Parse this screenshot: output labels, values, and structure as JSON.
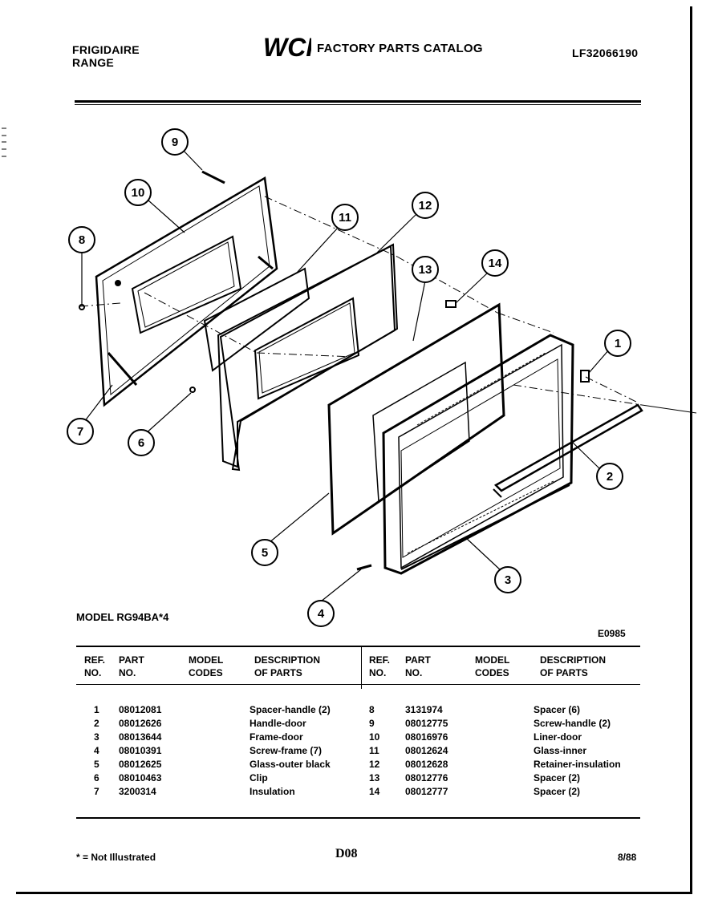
{
  "header": {
    "brand": "FRIGIDAIRE",
    "product": "RANGE",
    "catalog_title": "FACTORY PARTS CATALOG",
    "logo_text": "WCI",
    "catalog_code": "LF32066190"
  },
  "diagram": {
    "callouts": [
      "1",
      "2",
      "3",
      "4",
      "5",
      "6",
      "7",
      "8",
      "9",
      "10",
      "11",
      "12",
      "13",
      "14"
    ]
  },
  "model_line": "MODEL RG94BA*4",
  "diagram_code": "E0985",
  "table": {
    "headers": {
      "ref": [
        "REF.",
        "NO."
      ],
      "part": [
        "PART",
        "NO."
      ],
      "model": [
        "MODEL",
        "CODES"
      ],
      "desc": [
        "DESCRIPTION",
        "OF PARTS"
      ]
    },
    "left_rows": [
      {
        "ref": "1",
        "part": "08012081",
        "codes": "",
        "desc": "Spacer-handle (2)"
      },
      {
        "ref": "2",
        "part": "08012626",
        "codes": "",
        "desc": "Handle-door"
      },
      {
        "ref": "3",
        "part": "08013644",
        "codes": "",
        "desc": "Frame-door"
      },
      {
        "ref": "4",
        "part": "08010391",
        "codes": "",
        "desc": "Screw-frame (7)"
      },
      {
        "ref": "5",
        "part": "08012625",
        "codes": "",
        "desc": "Glass-outer black"
      },
      {
        "ref": "6",
        "part": "08010463",
        "codes": "",
        "desc": "Clip"
      },
      {
        "ref": "7",
        "part": "3200314",
        "codes": "",
        "desc": "Insulation"
      }
    ],
    "right_rows": [
      {
        "ref": "8",
        "part": "3131974",
        "codes": "",
        "desc": "Spacer (6)"
      },
      {
        "ref": "9",
        "part": "08012775",
        "codes": "",
        "desc": "Screw-handle (2)"
      },
      {
        "ref": "10",
        "part": "08016976",
        "codes": "",
        "desc": "Liner-door"
      },
      {
        "ref": "11",
        "part": "08012624",
        "codes": "",
        "desc": "Glass-inner"
      },
      {
        "ref": "12",
        "part": "08012628",
        "codes": "",
        "desc": "Retainer-insulation"
      },
      {
        "ref": "13",
        "part": "08012776",
        "codes": "",
        "desc": "Spacer (2)"
      },
      {
        "ref": "14",
        "part": "08012777",
        "codes": "",
        "desc": "Spacer (2)"
      }
    ]
  },
  "footer": {
    "note": "* = Not Illustrated",
    "page": "D08",
    "date": "8/88"
  }
}
